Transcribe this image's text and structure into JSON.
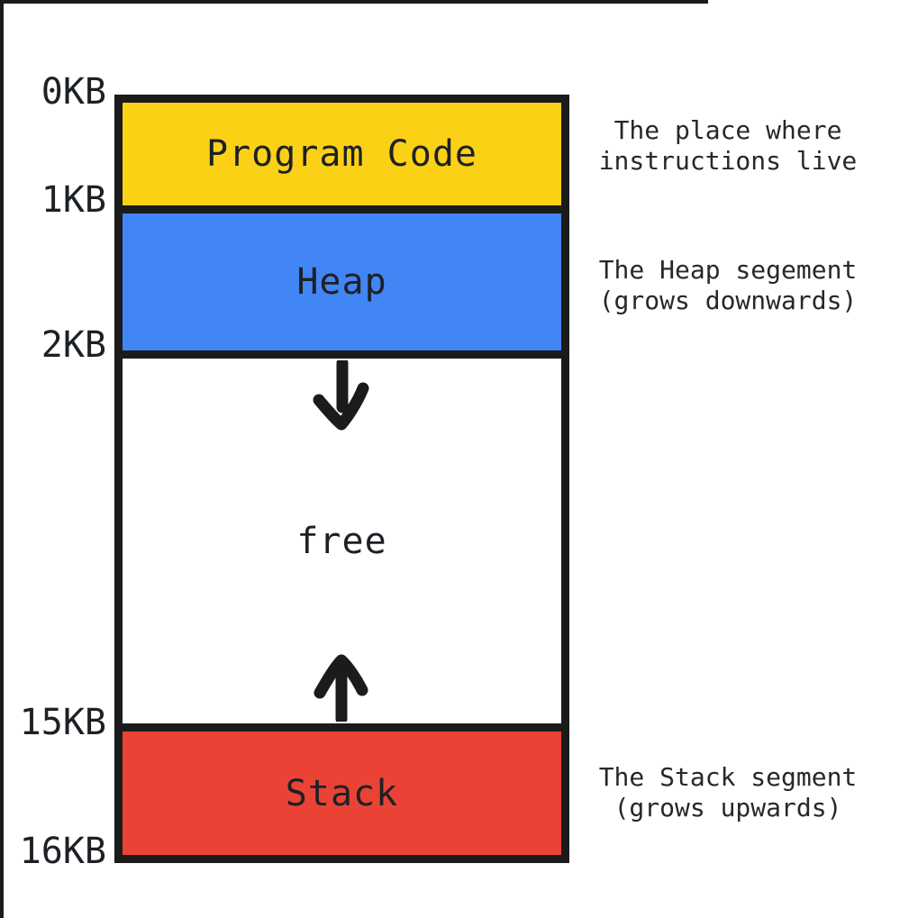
{
  "diagram": {
    "type": "memory-address-space",
    "total_size": "16KB",
    "address_labels": {
      "top": "0KB",
      "code_heap_boundary": "1KB",
      "heap_free_boundary": "2KB",
      "free_stack_boundary": "15KB",
      "bottom": "16KB"
    },
    "segments": {
      "program_code": {
        "label": "Program Code",
        "start": "0KB",
        "end": "1KB",
        "fill": "#FBD116"
      },
      "heap": {
        "label": "Heap",
        "start": "1KB",
        "end": "2KB",
        "fill": "#4285F4"
      },
      "free": {
        "label": "free",
        "start": "2KB",
        "end": "15KB",
        "fill": "#FFFFFF"
      },
      "stack": {
        "label": "Stack",
        "start": "15KB",
        "end": "16KB",
        "fill": "#EA4335"
      }
    },
    "annotations": {
      "code": {
        "line1": "The place where",
        "line2": "instructions live"
      },
      "heap": {
        "line1": "The Heap segement",
        "line2": "(grows downwards)"
      },
      "stack": {
        "line1": "The Stack segment",
        "line2": "(grows upwards)"
      }
    },
    "arrows": {
      "heap_growth_direction": "down",
      "stack_growth_direction": "up"
    },
    "colors": {
      "program_code_fill": "#FBD116",
      "heap_fill": "#4285F4",
      "stack_fill": "#EA4335",
      "free_fill": "#FFFFFF",
      "outline": "#1B1B1B",
      "text": "#1D2126"
    }
  }
}
